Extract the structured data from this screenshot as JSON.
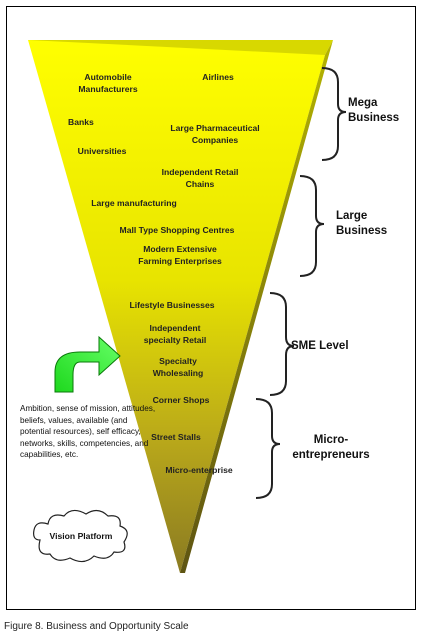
{
  "funnel_items": [
    {
      "id": "automobile",
      "text": "Automobile\nManufacturers"
    },
    {
      "id": "airlines",
      "text": "Airlines"
    },
    {
      "id": "banks",
      "text": "Banks"
    },
    {
      "id": "pharma",
      "text": "Large Pharmaceutical\nCompanies"
    },
    {
      "id": "universities",
      "text": "Universities"
    },
    {
      "id": "retail-chains",
      "text": "Independent Retail\nChains"
    },
    {
      "id": "large-manufacturing",
      "text": "Large manufacturing"
    },
    {
      "id": "mall",
      "text": "Mall Type Shopping Centres"
    },
    {
      "id": "farming",
      "text": "Modern Extensive\nFarming Enterprises"
    },
    {
      "id": "lifestyle",
      "text": "Lifestyle Businesses"
    },
    {
      "id": "specialty-retail",
      "text": "Independent\nspecialty Retail"
    },
    {
      "id": "wholesaling",
      "text": "Specialty\nWholesaling"
    },
    {
      "id": "corner-shops",
      "text": "Corner Shops"
    },
    {
      "id": "street-stalls",
      "text": "Street Stalls"
    },
    {
      "id": "micro-enterprise",
      "text": "Micro-enterprise"
    }
  ],
  "levels": [
    {
      "id": "mega",
      "text": "Mega\nBusiness"
    },
    {
      "id": "large",
      "text": "Large\nBusiness"
    },
    {
      "id": "sme",
      "text": "SME Level"
    },
    {
      "id": "micro",
      "text": "Micro-\nentrepreneurs"
    }
  ],
  "left_note": "Ambition, sense of mission, attitudes, beliefs, values, available (and potential resources), self efficacy, networks, skills, competencies, and capabilities, etc.",
  "cloud_label": "Vision Platform",
  "caption": "Figure 8. Business and Opportunity Scale",
  "colors": {
    "funnel_top": "#ffff00",
    "funnel_bottom": "#8a7a22",
    "arrow": "#33ff33",
    "brace": "#222222"
  }
}
